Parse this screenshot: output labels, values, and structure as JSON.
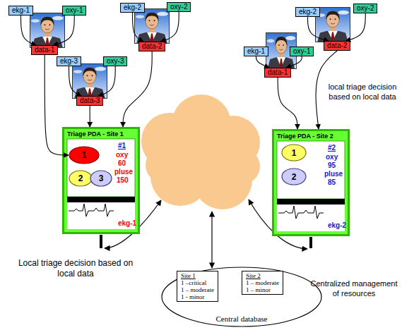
{
  "diagram": {
    "nodes": [
      {
        "text": [
          "ekg-1"
        ]
      },
      {
        "text": [
          "oxy-1"
        ]
      },
      {
        "text": [
          "data-1"
        ]
      },
      {
        "text": [
          "ekg-2"
        ]
      },
      {
        "text": [
          "oxy-2"
        ]
      },
      {
        "text": [
          "data-2"
        ]
      },
      {
        "text": [
          "ekg-3"
        ]
      },
      {
        "text": [
          "oxy-3"
        ]
      },
      {
        "text": [
          "data-3"
        ]
      },
      {
        "text": [
          "ekg-1"
        ]
      },
      {
        "text": [
          "oxy-1"
        ]
      },
      {
        "text": [
          "data-1"
        ]
      },
      {
        "text": [
          "ekg-2"
        ]
      },
      {
        "text": [
          "oxy-2"
        ]
      },
      {
        "text": [
          "data-2"
        ]
      },
      {
        "text": [
          "Triage PDA - Site 1",
          "#1",
          "oxy",
          "60",
          "pluse",
          "150",
          "ekg-1"
        ]
      },
      {
        "text": [
          "1"
        ],
        "in": 15
      },
      {
        "text": [
          "2"
        ],
        "in": 15
      },
      {
        "text": [
          "3"
        ],
        "in": 15
      },
      {
        "text": [
          "Triage PDA - Site 2",
          "#2",
          "oxy",
          "95",
          "pluse",
          "85",
          "ekg-2"
        ]
      },
      {
        "text": [
          "1"
        ],
        "in": 19
      },
      {
        "text": [
          "2"
        ],
        "in": 19
      },
      {
        "text": [
          "Central database"
        ]
      },
      {
        "text": [
          "Site 1",
          "1 –critical",
          "1 – moderate",
          "1 - minor"
        ],
        "in": 22
      },
      {
        "text": [
          "Site 2",
          "1 – moderate",
          "1 – minor"
        ],
        "in": 22
      }
    ],
    "edges": [
      {
        "from": 0,
        "to": 2,
        "arrow": "to"
      },
      {
        "from": 1,
        "to": 2,
        "arrow": "to"
      },
      {
        "from": 3,
        "to": 5,
        "arrow": "to"
      },
      {
        "from": 4,
        "to": 5,
        "arrow": "to"
      },
      {
        "from": 6,
        "to": 8,
        "arrow": "to"
      },
      {
        "from": 7,
        "to": 8,
        "arrow": "to"
      },
      {
        "from": 9,
        "to": 11,
        "arrow": "to"
      },
      {
        "from": 10,
        "to": 11,
        "arrow": "to"
      },
      {
        "from": 12,
        "to": 14,
        "arrow": "to"
      },
      {
        "from": 13,
        "to": 14,
        "arrow": "to"
      },
      {
        "from": 2,
        "to": 16,
        "arrow": "to"
      },
      {
        "from": 8,
        "to": 15,
        "arrow": "to"
      },
      {
        "from": 5,
        "to": 15,
        "arrow": "to"
      },
      {
        "from": 11,
        "to": 19,
        "arrow": "to"
      },
      {
        "from": 14,
        "to": 19,
        "arrow": "to"
      }
    ],
    "labels": [
      "local triage decision based on local data",
      "Local triage decision based on local data",
      "Centralized management of resources"
    ]
  }
}
